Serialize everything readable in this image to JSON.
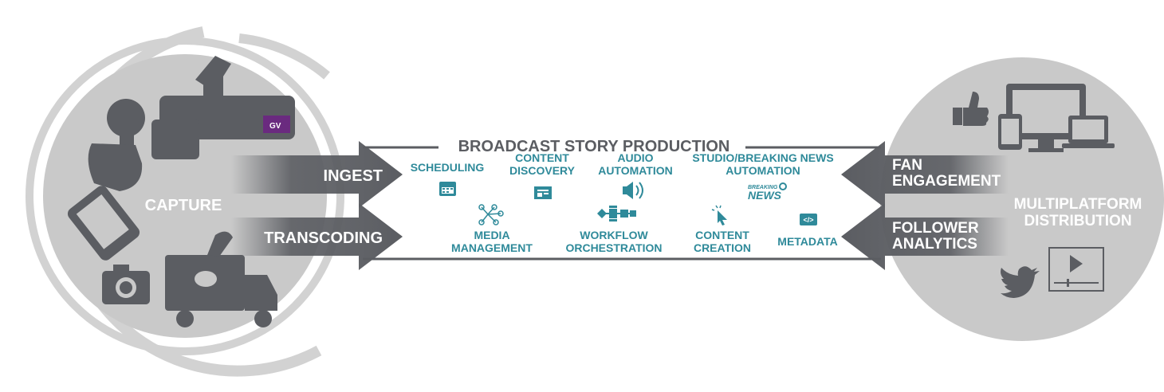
{
  "colors": {
    "dark_gray": "#5b5d62",
    "light_gray": "#c9c9c9",
    "ring_gray": "#d2d2d2",
    "teal": "#2f8a9a",
    "white": "#ffffff",
    "brand_purple": "#6a2a7f"
  },
  "header": {
    "title": "BROADCAST STORY PRODUCTION"
  },
  "left": {
    "capture_label": "CAPTURE",
    "arrows": [
      {
        "label": "INGEST"
      },
      {
        "label": "TRANSCODING"
      }
    ],
    "icons": [
      "camcorder-icon",
      "microphone-hand-icon",
      "smartphone-icon",
      "camera-icon",
      "satellite-truck-icon"
    ]
  },
  "middle": {
    "top_items": [
      {
        "lines": [
          "SCHEDULING"
        ],
        "icon": "calendar-icon"
      },
      {
        "lines": [
          "CONTENT",
          "DISCOVERY"
        ],
        "icon": "newspaper-icon"
      },
      {
        "lines": [
          "AUDIO",
          "AUTOMATION"
        ],
        "icon": "speaker-icon"
      },
      {
        "lines": [
          "STUDIO/BREAKING NEWS",
          "AUTOMATION"
        ],
        "icon": "breaking-news-icon",
        "badge": [
          "BREAKING",
          "NEWS"
        ]
      }
    ],
    "bottom_items": [
      {
        "lines": [
          "MEDIA",
          "MANAGEMENT"
        ],
        "icon": "network-nodes-icon"
      },
      {
        "lines": [
          "WORKFLOW",
          "ORCHESTRATION"
        ],
        "icon": "workflow-icon"
      },
      {
        "lines": [
          "CONTENT",
          "CREATION"
        ],
        "icon": "cursor-click-icon"
      },
      {
        "lines": [
          "METADATA"
        ],
        "icon": "code-tag-icon",
        "code": "</>"
      }
    ]
  },
  "right": {
    "distribution_label": [
      "MULTIPLATFORM",
      "DISTRIBUTION"
    ],
    "arrows": [
      {
        "lines": [
          "FAN",
          "ENGAGEMENT"
        ]
      },
      {
        "lines": [
          "FOLLOWER",
          "ANALYTICS"
        ]
      }
    ],
    "icons": [
      "thumbs-up-icon",
      "tablet-icon",
      "monitor-icon",
      "laptop-icon",
      "twitter-bird-icon",
      "video-player-icon"
    ]
  }
}
